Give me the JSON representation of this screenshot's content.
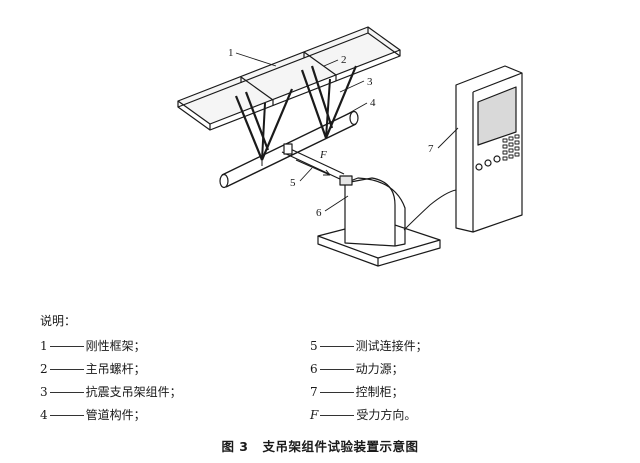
{
  "figure": {
    "callouts": [
      "1",
      "2",
      "3",
      "4",
      "5",
      "6",
      "7"
    ],
    "force_label": "F"
  },
  "legend": {
    "title": "说明：",
    "left": [
      {
        "key": "1",
        "text": "刚性框架；"
      },
      {
        "key": "2",
        "text": "主吊螺杆；"
      },
      {
        "key": "3",
        "text": "抗震支吊架组件；"
      },
      {
        "key": "4",
        "text": "管道构件；"
      }
    ],
    "right": [
      {
        "key": "5",
        "text": "测试连接件；"
      },
      {
        "key": "6",
        "text": "动力源；"
      },
      {
        "key": "7",
        "text": "控制柜；"
      },
      {
        "key": "F",
        "text": "受力方向。"
      }
    ]
  },
  "caption": {
    "number": "图 3",
    "title": "支吊架组件试验装置示意图"
  },
  "colors": {
    "line": "#1a1a1a",
    "shade": "#e6e6e6",
    "screen": "#d9d9d9"
  }
}
